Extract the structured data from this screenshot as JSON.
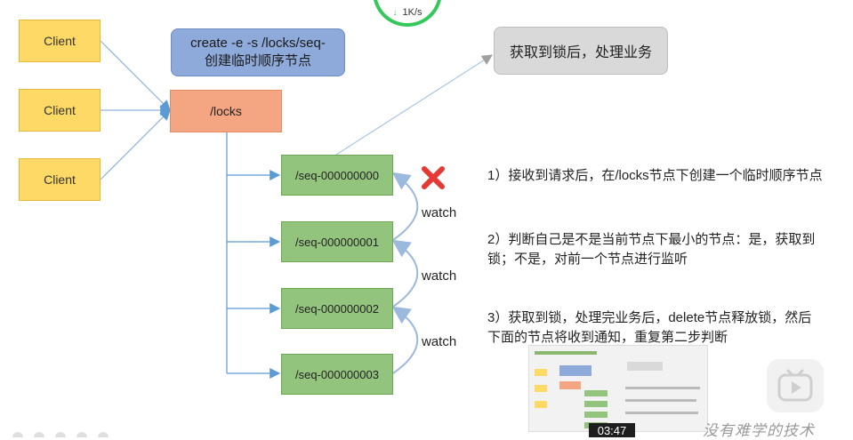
{
  "speed": {
    "value": "1K/s"
  },
  "diagram": {
    "clients": [
      "Client",
      "Client",
      "Client"
    ],
    "command": {
      "line1": "create -e -s /locks/seq-",
      "line2": "创建临时顺序节点"
    },
    "locks_node": "/locks",
    "seq_nodes": [
      "/seq-000000000",
      "/seq-000000001",
      "/seq-000000002",
      "/seq-000000003"
    ],
    "result": "获取到锁后，处理业务",
    "watch_labels": [
      "watch",
      "watch",
      "watch"
    ],
    "steps": [
      {
        "line1": "1）接收到请求后，在/locks节点下创建一个临时顺序节点",
        "line2": ""
      },
      {
        "line1": "2）判断自己是不是当前节点下最小的节点：是，获取到",
        "line2": "锁；不是，对前一个节点进行监听"
      },
      {
        "line1": "3）获取到锁，处理完业务后，delete节点释放锁，然后",
        "line2": "下面的节点将收到通知，重复第二步判断"
      }
    ]
  },
  "video": {
    "timestamp": "03:47",
    "watermark": "没有难学的技术"
  },
  "colors": {
    "client": "#ffd966",
    "command": "#8eaadb",
    "locks": "#f4a582",
    "seq": "#93c47d",
    "result": "#d9d9d9",
    "cross": "#e53935",
    "line": "#5b9bd5",
    "watch_arc": "#a9c4e4"
  }
}
